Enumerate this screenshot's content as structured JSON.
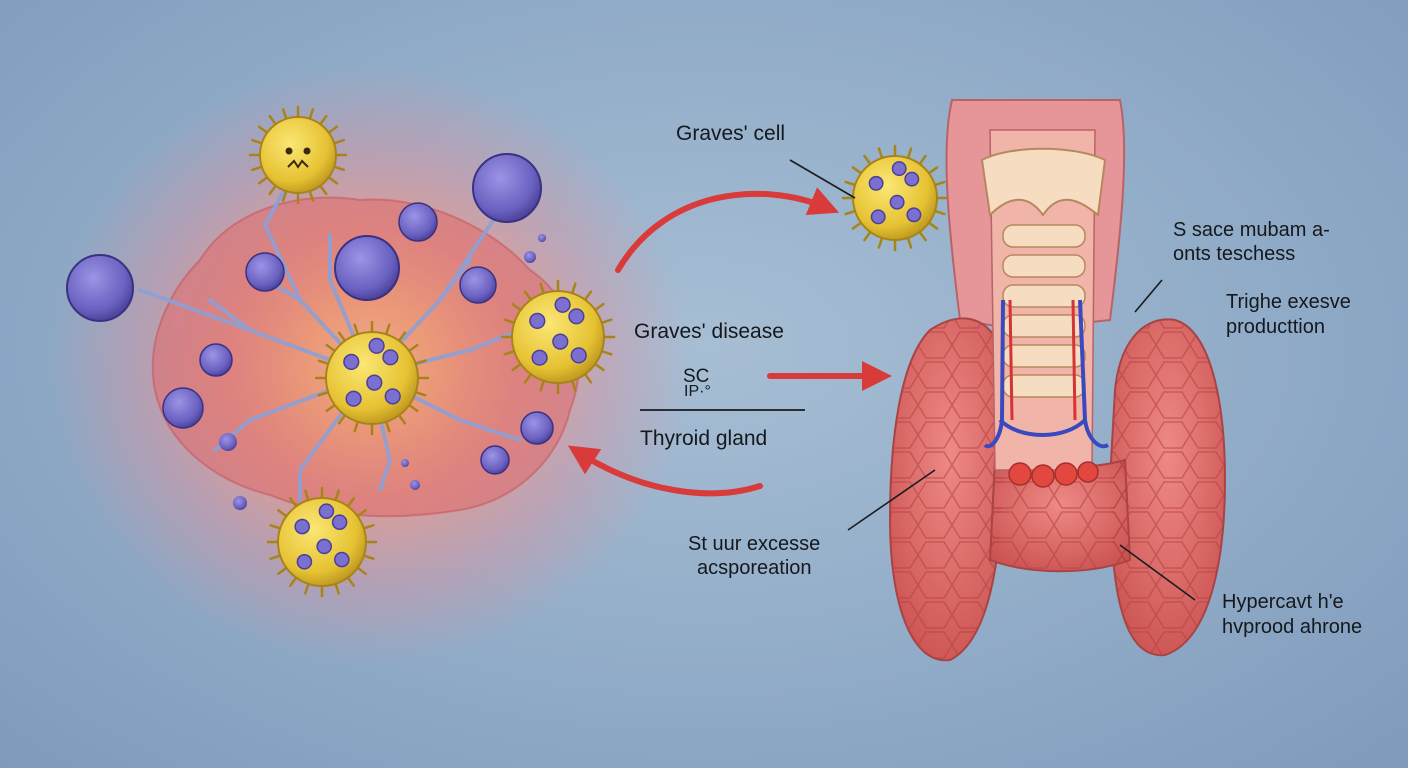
{
  "labels": {
    "graves_cell": "Graves' cell",
    "graves_disease": "Graves' disease",
    "fraction_sym_top": "SC",
    "fraction_sym_bottom": "IP·°",
    "thyroid_gland": "Thyroid gland",
    "space_line1": "S sace mubam a-",
    "space_line2": "onts teschess",
    "trighe_line1": "Trighe exesve",
    "trighe_line2": "producttion",
    "excess_line1": "St uur excesse",
    "excess_line2": "acsporeation",
    "hyper_line1": "Hypercavt h'e",
    "hyper_line2": "hvprood ahrone"
  },
  "colors": {
    "arrow_red": "#d93a3a",
    "yellow_cell": "#e9c93a",
    "purple_cell": "#6f66c4",
    "tissue_pink": "#e47a7c",
    "thyroid_red": "#d9605e",
    "background": "#91acc8"
  },
  "icons": {
    "antigen_cell": "spiky-yellow-cell-icon",
    "lymphocyte": "purple-lymphocyte-icon",
    "thyroid": "thyroid-gland-illustration",
    "trachea": "trachea-illustration"
  }
}
